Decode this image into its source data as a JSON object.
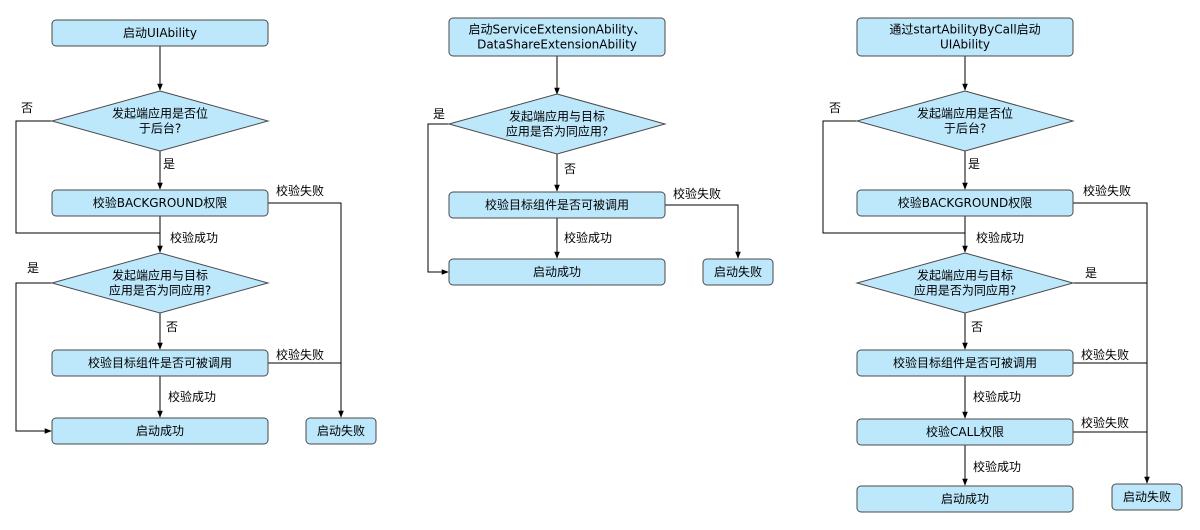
{
  "colors": {
    "node_fill": "#bde7fb",
    "node_stroke": "#4a4a4a",
    "line": "#000000",
    "text": "#000000"
  },
  "flows": [
    {
      "id": "uiability",
      "nodes": {
        "start": [
          "启动UIAbility"
        ],
        "q_background": [
          "发起端应用是否位",
          "于后台?"
        ],
        "check_background": [
          "校验BACKGROUND权限"
        ],
        "q_same_app": [
          "发起端应用与目标",
          "应用是否为同应用?"
        ],
        "check_target": [
          "校验目标组件是否可被调用"
        ],
        "success": [
          "启动成功"
        ],
        "fail": [
          "启动失败"
        ]
      },
      "labels": {
        "no_1": "否",
        "yes_1": "是",
        "fail_1": "校验失败",
        "ok_1": "校验成功",
        "yes_2": "是",
        "no_2": "否",
        "fail_2": "校验失败",
        "ok_2": "校验成功"
      }
    },
    {
      "id": "extension",
      "nodes": {
        "start": [
          "启动ServiceExtensionAbility、",
          "DataShareExtensionAbility"
        ],
        "q_same_app": [
          "发起端应用与目标",
          "应用是否为同应用?"
        ],
        "check_target": [
          "校验目标组件是否可被调用"
        ],
        "success": [
          "启动成功"
        ],
        "fail": [
          "启动失败"
        ]
      },
      "labels": {
        "yes_1": "是",
        "no_1": "否",
        "fail_1": "校验失败",
        "ok_1": "校验成功"
      }
    },
    {
      "id": "startabilitybycall",
      "nodes": {
        "start": [
          "通过startAbilityByCall启动",
          "UIAbility"
        ],
        "q_background": [
          "发起端应用是否位",
          "于后台?"
        ],
        "check_background": [
          "校验BACKGROUND权限"
        ],
        "q_same_app": [
          "发起端应用与目标",
          "应用是否为同应用?"
        ],
        "check_target": [
          "校验目标组件是否可被调用"
        ],
        "check_call": [
          "校验CALL权限"
        ],
        "success": [
          "启动成功"
        ],
        "fail": [
          "启动失败"
        ]
      },
      "labels": {
        "no_1": "否",
        "yes_1": "是",
        "fail_1": "校验失败",
        "ok_1": "校验成功",
        "yes_2": "是",
        "no_2": "否",
        "fail_2": "校验失败",
        "ok_2": "校验成功",
        "fail_3": "校验失败",
        "ok_3": "校验成功"
      }
    }
  ]
}
